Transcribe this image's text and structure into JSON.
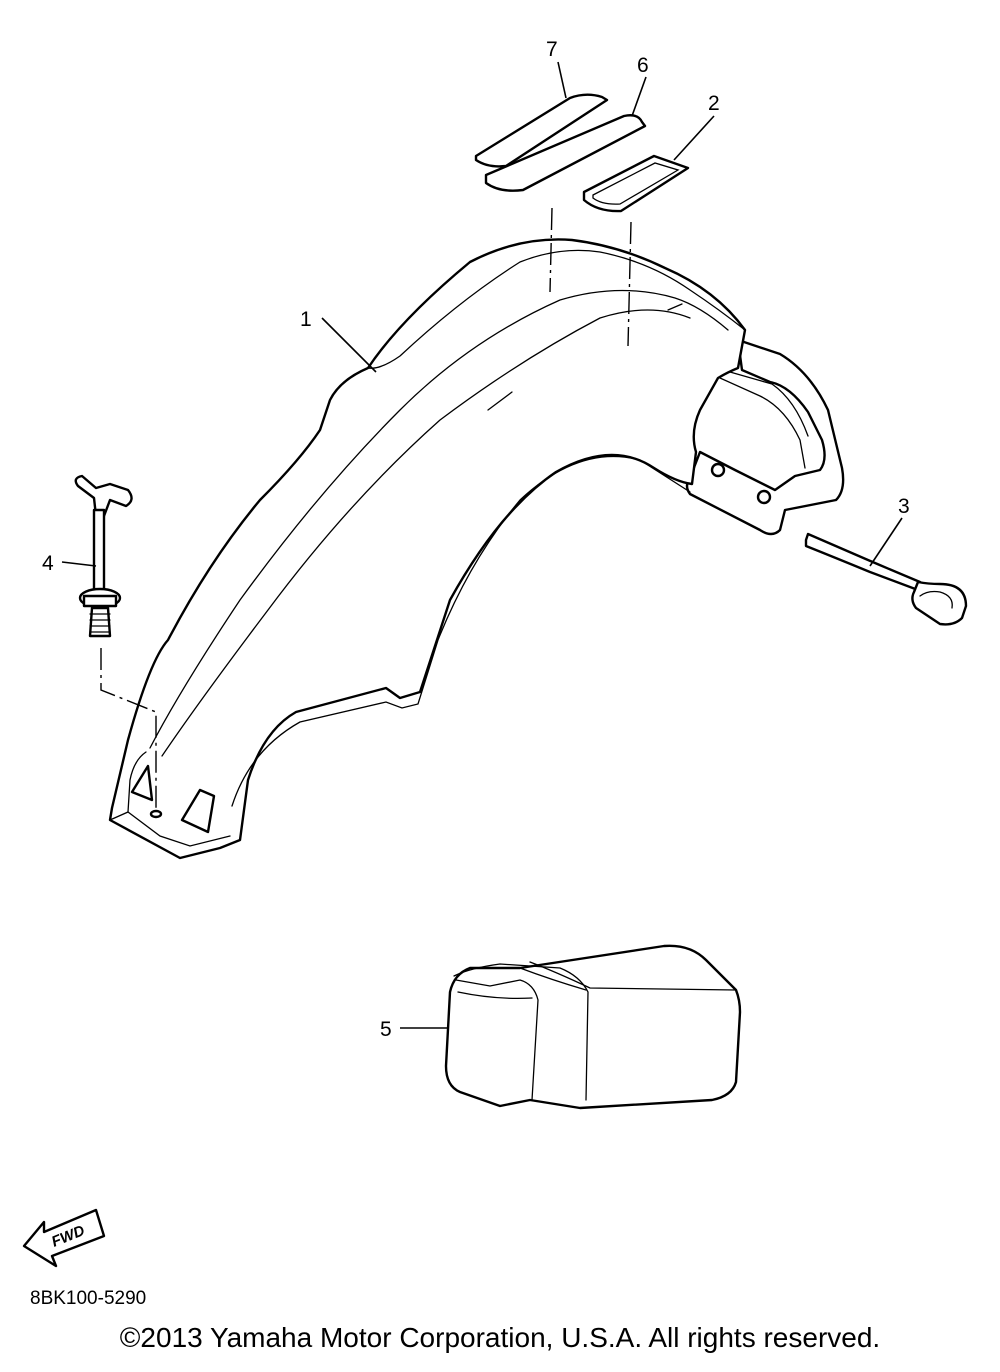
{
  "callouts": {
    "c1": "1",
    "c2": "2",
    "c3": "3",
    "c4": "4",
    "c5": "5",
    "c6": "6",
    "c7": "7"
  },
  "fwd_label": "FWD",
  "diagram_code": "8BK100-5290",
  "copyright": "©2013 Yamaha Motor Corporation, U.S.A. All rights reserved."
}
